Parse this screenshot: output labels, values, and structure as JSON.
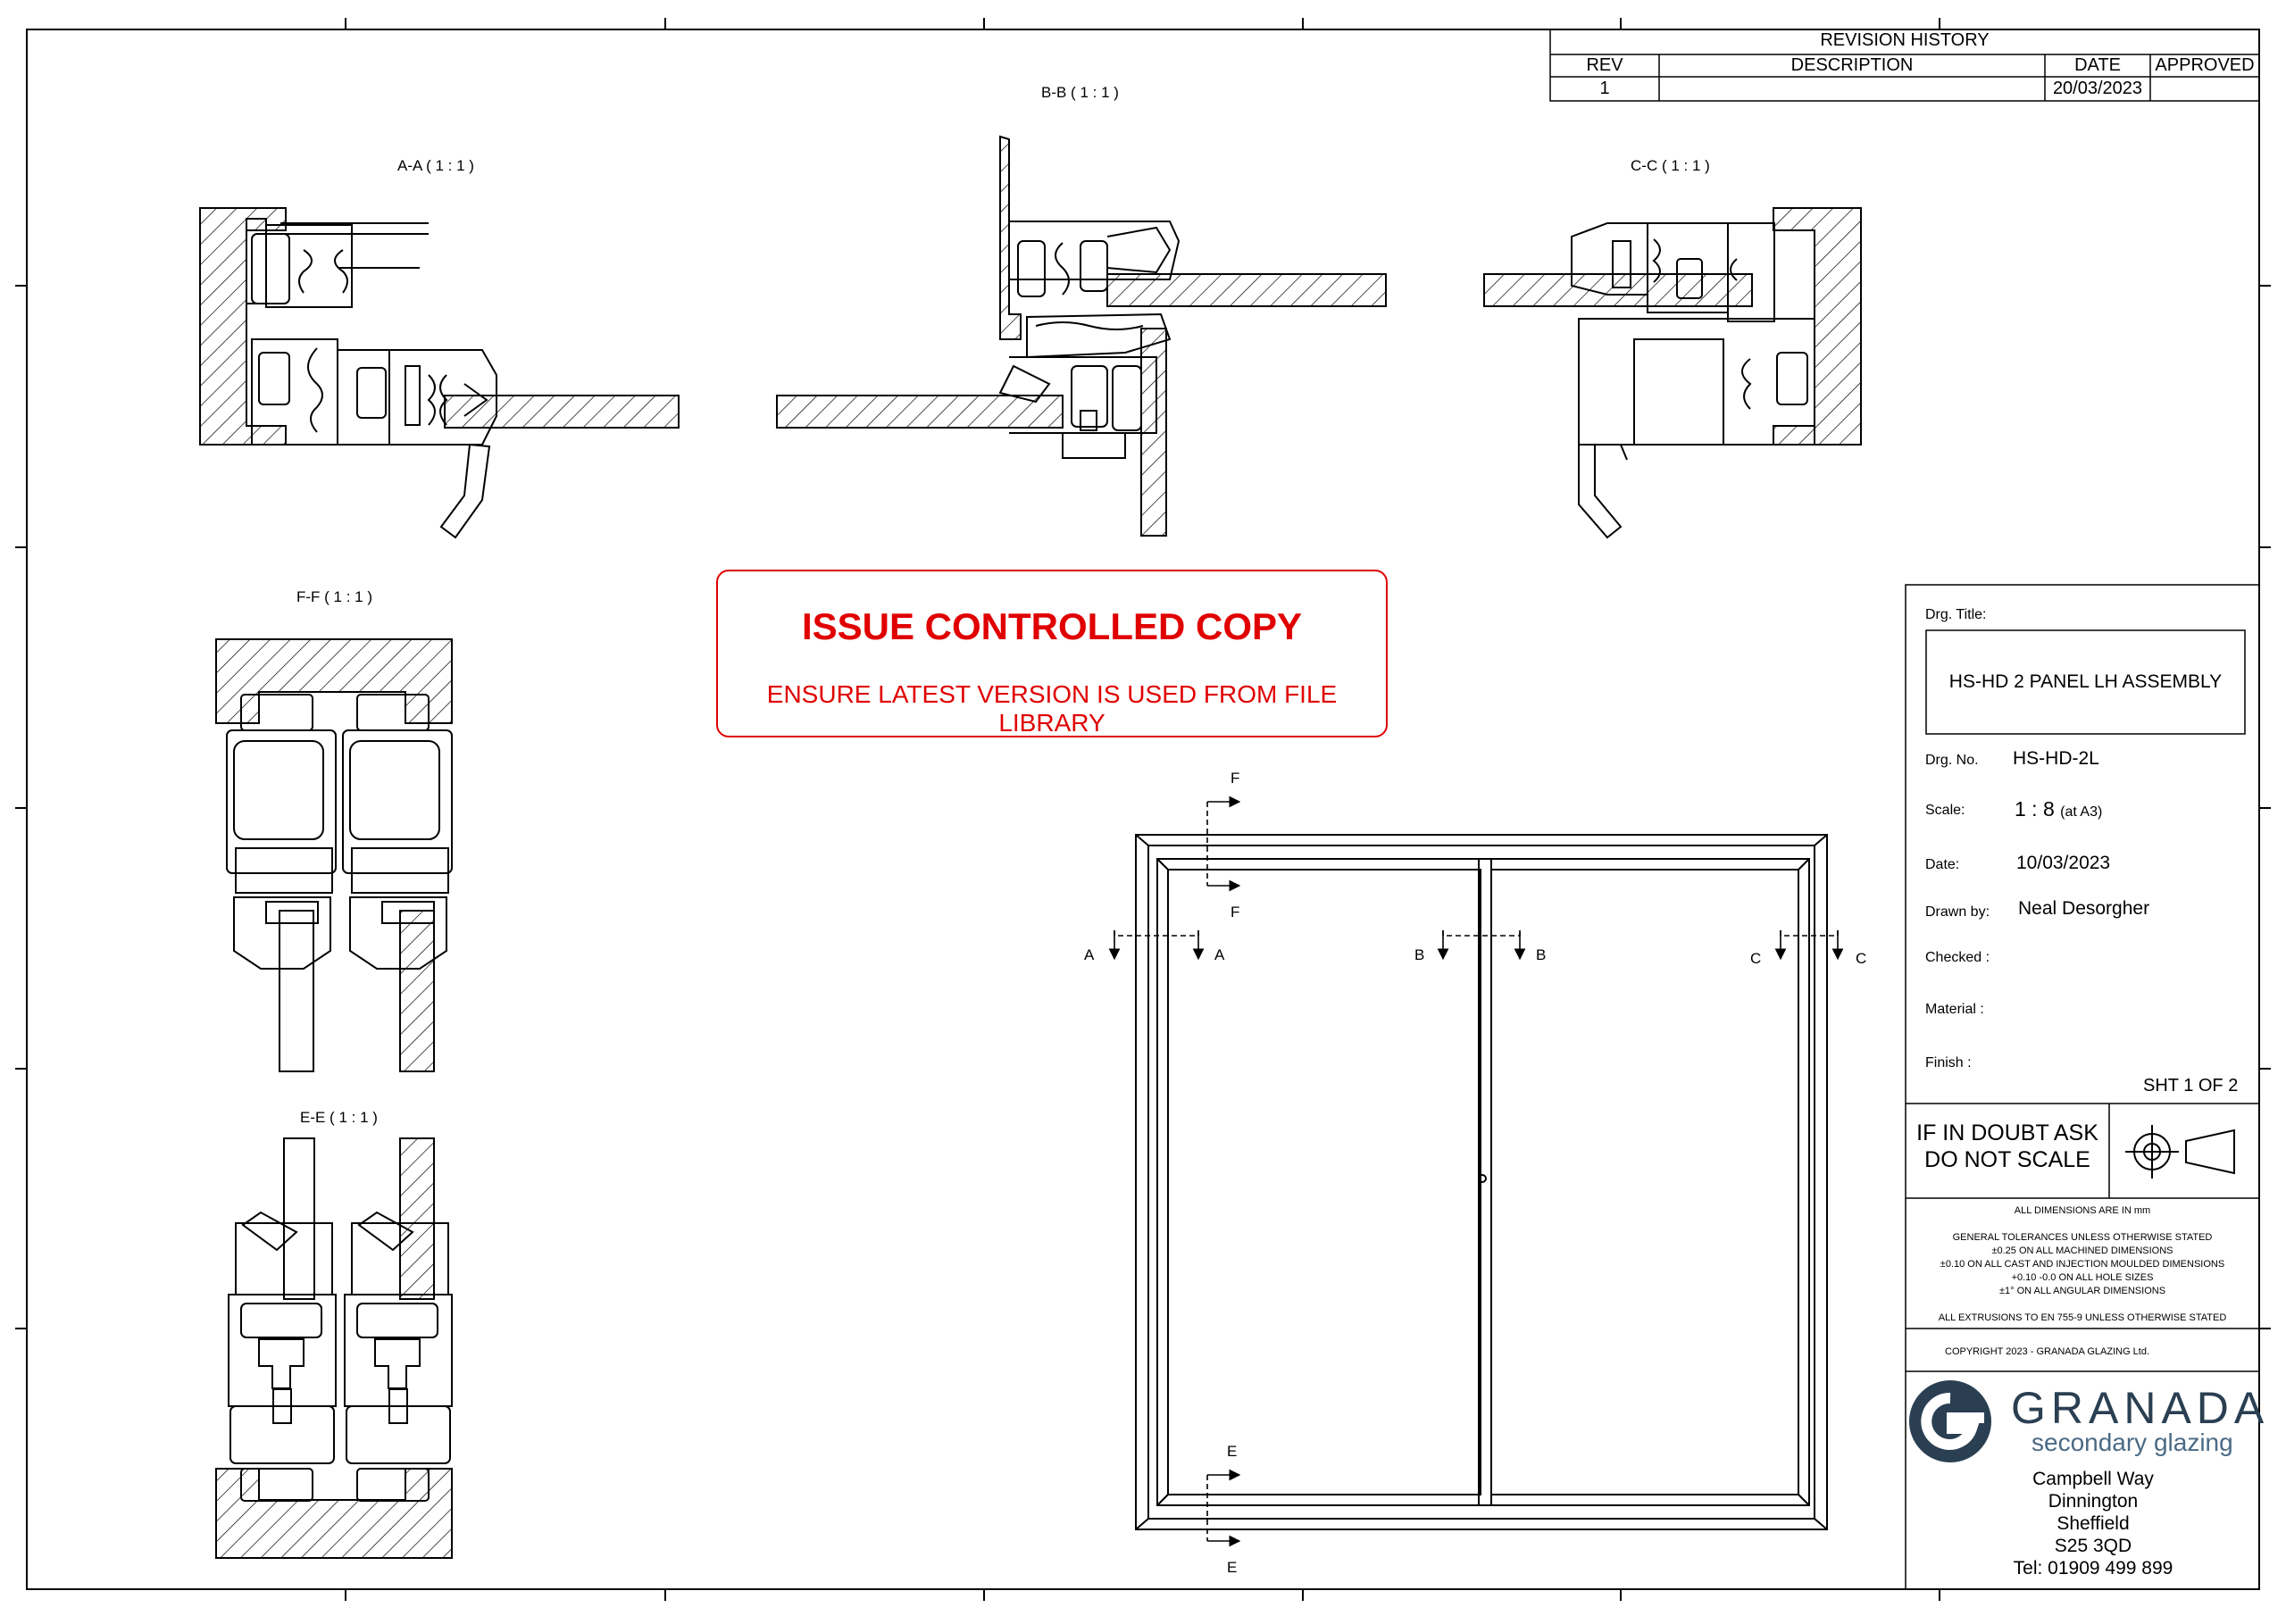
{
  "revision": {
    "title": "REVISION HISTORY",
    "headers": [
      "REV",
      "DESCRIPTION",
      "DATE",
      "APPROVED"
    ],
    "rows": [
      [
        "1",
        "",
        "20/03/2023",
        ""
      ]
    ]
  },
  "views": {
    "aa": "A-A ( 1 : 1 )",
    "bb": "B-B ( 1 : 1 )",
    "cc": "C-C ( 1 : 1 )",
    "ff": "F-F ( 1 : 1 )",
    "ee": "E-E ( 1 : 1 )"
  },
  "stamp": {
    "title": "ISSUE CONTROLLED COPY",
    "subtitle": "ENSURE LATEST VERSION IS USED FROM FILE LIBRARY",
    "color": "#e00000"
  },
  "section_markers": {
    "a": "A",
    "b": "B",
    "c": "C",
    "e": "E",
    "f": "F"
  },
  "title_block": {
    "drg_title_label": "Drg. Title:",
    "drg_title": "HS-HD 2 PANEL LH ASSEMBLY",
    "drg_no_label": "Drg. No.",
    "drg_no": "HS-HD-2L",
    "scale_label": "Scale:",
    "scale": "1 : 8",
    "scale_note": "(at A3)",
    "date_label": "Date:",
    "date": "10/03/2023",
    "drawn_by_label": "Drawn by:",
    "drawn_by": "Neal Desorgher",
    "checked_label": "Checked :",
    "material_label": "Material :",
    "finish_label": "Finish :",
    "sheet": "SHT 1 OF 2",
    "doubt_line1": "IF IN DOUBT ASK",
    "doubt_line2": "DO NOT SCALE",
    "projection_icon": "third-angle-projection-icon",
    "notes": [
      "ALL DIMENSIONS ARE IN mm",
      "",
      "GENERAL TOLERANCES UNLESS OTHERWISE STATED",
      "±0.25 ON ALL MACHINED DIMENSIONS",
      "±0.10 ON ALL CAST AND INJECTION MOULDED DIMENSIONS",
      "+0.10 -0.0 ON ALL HOLE SIZES",
      "±1° ON ALL ANGULAR DIMENSIONS",
      "",
      "ALL EXTRUSIONS TO EN 755-9 UNLESS OTHERWISE STATED"
    ],
    "copyright": "COPYRIGHT 2023 - GRANADA GLAZING Ltd.",
    "company_name": "GRANADA",
    "company_tagline": "secondary glazing",
    "brand_color": "#2a3f52",
    "address": [
      "Campbell Way",
      "Dinnington",
      "Sheffield",
      "S25 3QD",
      "Tel: 01909 499 899"
    ]
  }
}
